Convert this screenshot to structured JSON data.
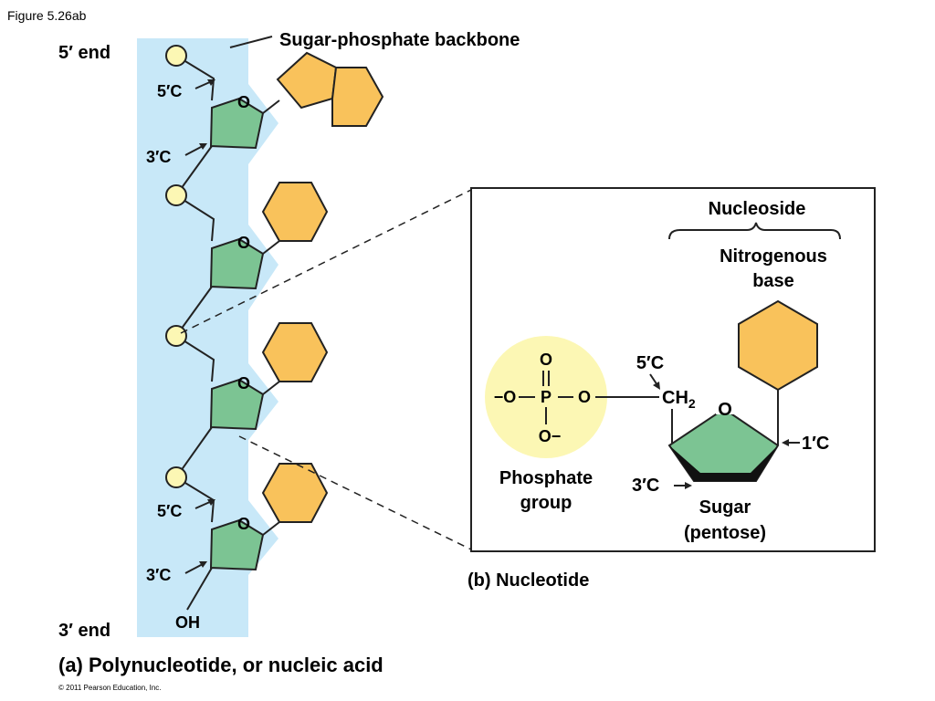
{
  "figure_label": "Figure 5.26ab",
  "strand": {
    "five_end": "5′ end",
    "three_end": "3′ end",
    "backbone_label": "Sugar-phosphate backbone",
    "five_c": "5′C",
    "three_c": "3′C",
    "ring_o": "O",
    "oh": "OH",
    "caption": "(a) Polynucleotide, or nucleic acid"
  },
  "nucleotide": {
    "nucleoside": "Nucleoside",
    "base_line1": "Nitrogenous",
    "base_line2": "base",
    "phosphate": {
      "top_o": "O",
      "left_o": "−O",
      "p": "P",
      "right_o": "O",
      "bottom_o": "O−",
      "label_line1": "Phosphate",
      "label_line2": "group"
    },
    "five_c": "5′C",
    "ch": "CH",
    "ch_sub": "2",
    "ring_o": "O",
    "one_c": "1′C",
    "three_c": "3′C",
    "sugar_line1": "Sugar",
    "sugar_line2": "(pentose)",
    "caption": "(b) Nucleotide"
  },
  "copyright": "© 2011 Pearson Education, Inc.",
  "colors": {
    "backbone": "#c8e8f8",
    "sugar": "#7cc493",
    "base": "#f9c25b",
    "phosphate": "#fcf7b4"
  }
}
